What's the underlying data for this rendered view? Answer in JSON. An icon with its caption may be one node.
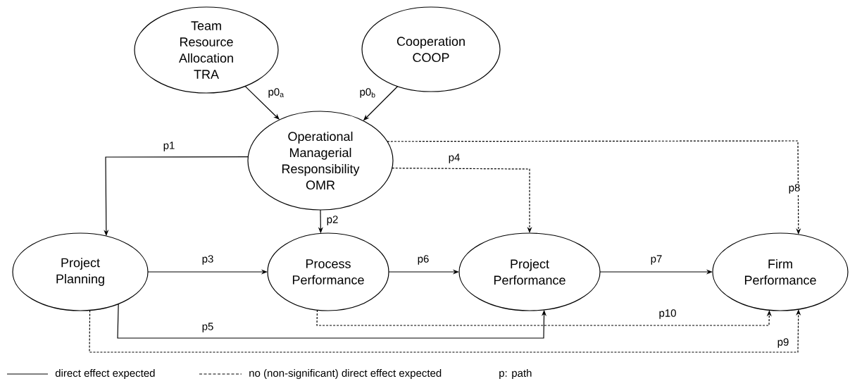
{
  "diagram": {
    "nodes": [
      {
        "text": [
          "Team Resource Allocation TRA"
        ]
      },
      {
        "text": [
          "Cooperation COOP"
        ]
      },
      {
        "text": [
          "Operational Managerial Responsibility OMR"
        ]
      },
      {
        "text": [
          "Project Planning"
        ]
      },
      {
        "text": [
          "Process Performance"
        ]
      },
      {
        "text": [
          "Project Performance"
        ]
      },
      {
        "text": [
          "Firm Performance"
        ]
      }
    ],
    "edges": [
      {
        "from": 0,
        "to": 2,
        "arrow": "to",
        "label": "p0$_{a}$"
      },
      {
        "from": 1,
        "to": 2,
        "arrow": "to",
        "label": "p0$_{b}$"
      },
      {
        "from": 2,
        "to": 3,
        "arrow": "to",
        "label": "p1"
      },
      {
        "from": 2,
        "to": 4,
        "arrow": "to",
        "label": "p2"
      },
      {
        "from": 3,
        "to": 4,
        "arrow": "to",
        "label": "p3"
      },
      {
        "from": 2,
        "to": 5,
        "arrow": "to",
        "label": "p4",
        "style": "dashed"
      },
      {
        "from": 3,
        "to": 5,
        "arrow": "to",
        "label": "p5"
      },
      {
        "from": 4,
        "to": 5,
        "arrow": "to",
        "label": "p6"
      },
      {
        "from": 5,
        "to": 6,
        "arrow": "to",
        "label": "p7"
      },
      {
        "from": 2,
        "to": 6,
        "arrow": "to",
        "label": "p8",
        "style": "dashed"
      },
      {
        "from": 3,
        "to": 6,
        "arrow": "to",
        "label": "p9",
        "style": "dashed"
      },
      {
        "from": 4,
        "to": 6,
        "arrow": "to",
        "label": "p10",
        "style": "dashed"
      }
    ],
    "labels": [
      "p: path"
    ],
    "legend": [
      {
        "text": "direct effect expected"
      },
      {
        "text": "no (non-significant) direct effect expected"
      }
    ]
  }
}
